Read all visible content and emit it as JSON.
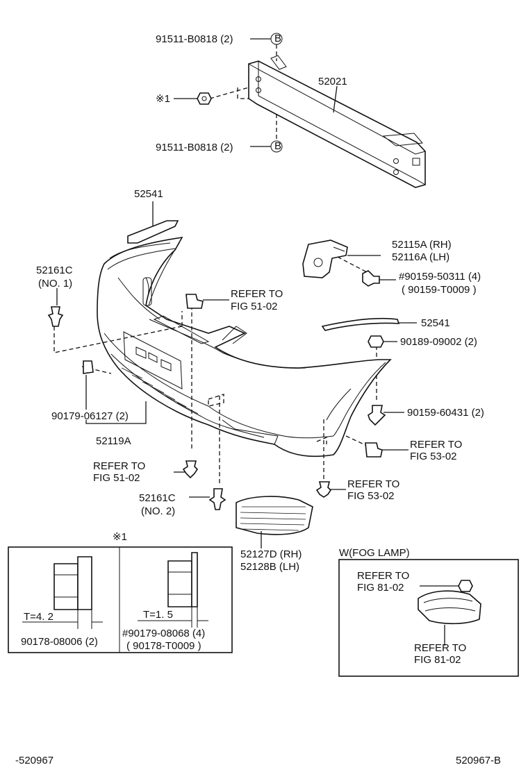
{
  "labels": {
    "bolt_top": "91511-B0818 (2)",
    "bolt_bottom": "91511-B0818 (2)",
    "marker_b": "B",
    "ref_mark": "※1",
    "reinforcement": "52021",
    "seal_top": "52541",
    "bracket_rh": "52115A (RH)",
    "bracket_lh": "52116A (LH)",
    "bolt_side": "#90159-50311 (4)",
    "bolt_side_alt": "( 90159-T0009 )",
    "clip_no1_a": "52161C",
    "clip_no1_b": "(NO. 1)",
    "refer_fig51_a": "REFER TO",
    "refer_fig51_b": "FIG 51-02",
    "seal_side": "52541",
    "nut_9002": "90189-09002 (2)",
    "nut_06127": "90179-06127 (2)",
    "bumper_cover": "52119A",
    "screw_60431": "90159-60431 (2)",
    "refer_fig53_a1": "REFER TO",
    "refer_fig53_b1": "FIG 53-02",
    "refer_fig51_c": "REFER TO",
    "refer_fig51_d": "FIG 51-02",
    "refer_fig53_a2": "REFER TO",
    "refer_fig53_b2": "FIG 53-02",
    "clip_no2_a": "52161C",
    "clip_no2_b": "(NO. 2)",
    "grille_rh": "52127D (RH)",
    "grille_lh": "52128B (LH)",
    "inset_title": "※1",
    "thickness_1": "T=4. 2",
    "nut_08006": "90178-08006 (2)",
    "thickness_2": "T=1. 5",
    "nut_08068": "#90179-08068 (4)",
    "nut_08068_alt": "( 90178-T0009 )",
    "fog_title": "W(FOG LAMP)",
    "fog_refer_a1": "REFER TO",
    "fog_refer_b1": "FIG 81-02",
    "fog_refer_a2": "REFER TO",
    "fog_refer_b2": "FIG 81-02",
    "footer_left": "-520967",
    "footer_right": "520967-B"
  }
}
